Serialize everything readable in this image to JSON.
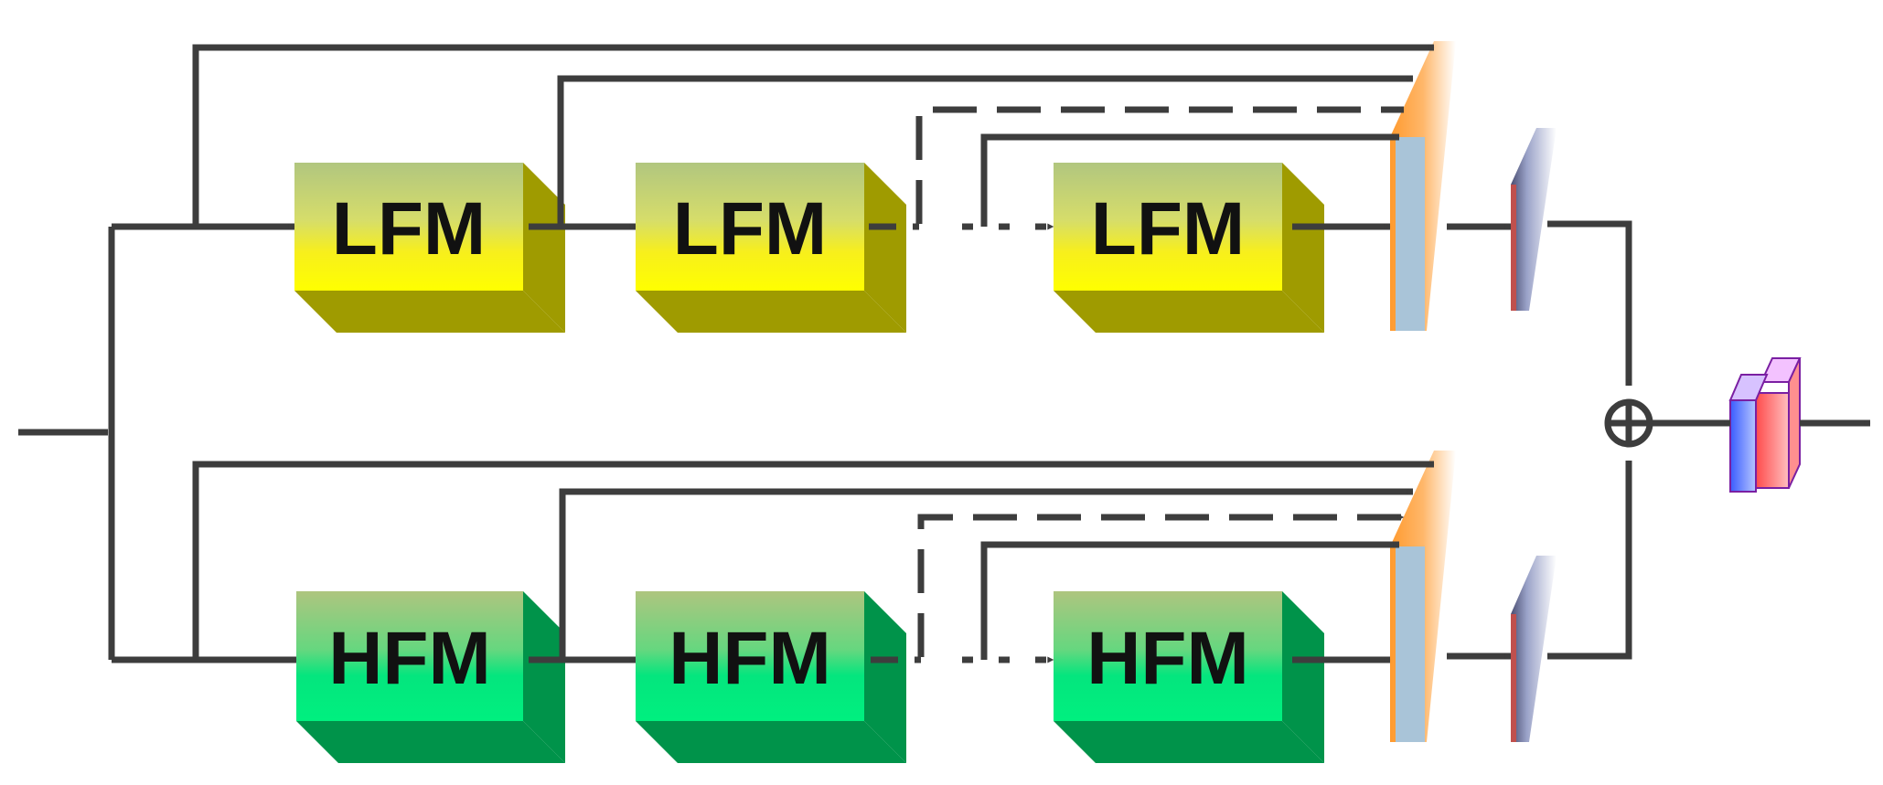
{
  "blocks": {
    "lfm_1": "LFM",
    "lfm_2": "LFM",
    "lfm_3": "LFM",
    "hfm_1": "HFM",
    "hfm_2": "HFM",
    "hfm_3": "HFM"
  },
  "colors": {
    "arrow": "#3d3d3d",
    "lfm_face_top": "#b1c67f",
    "lfm_face_bottom": "#f7ef1c",
    "lfm_side": "#9f9b00",
    "hfm_face_top": "#aec57f",
    "hfm_face_bottom": "#04e57e",
    "hfm_side": "#00934a",
    "concat_layer": "#ff9a2e",
    "concat_inner": "#a9c4d8"
  },
  "symbols": {
    "sum": "⊕"
  }
}
